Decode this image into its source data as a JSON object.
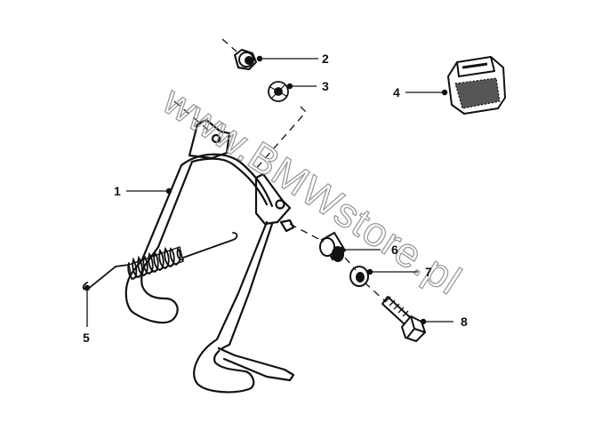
{
  "diagram": {
    "callouts": [
      {
        "id": "1",
        "label": "1"
      },
      {
        "id": "2",
        "label": "2"
      },
      {
        "id": "3",
        "label": "3"
      },
      {
        "id": "4",
        "label": "4"
      },
      {
        "id": "5",
        "label": "5"
      },
      {
        "id": "6",
        "label": "6"
      },
      {
        "id": "7",
        "label": "7"
      },
      {
        "id": "8",
        "label": "8"
      }
    ],
    "watermark": "www.BMWstore.pl"
  }
}
